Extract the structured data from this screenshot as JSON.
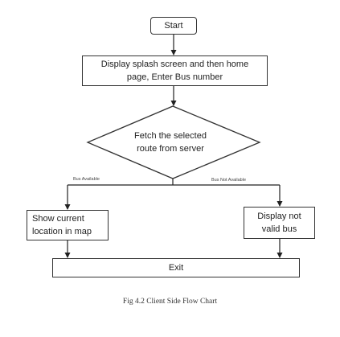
{
  "flowchart": {
    "start": "Start",
    "display_step": {
      "line1": "Display splash screen and then home",
      "line2": "page, Enter Bus number"
    },
    "decision": {
      "line1": "Fetch the selected",
      "line2": "route from server"
    },
    "branch_yes_label": "Bus Available",
    "branch_no_label": "Bus Not Available",
    "show_location": {
      "line1": "Show current",
      "line2": "location in map"
    },
    "invalid_bus": {
      "line1": "Display not",
      "line2": "valid bus"
    },
    "exit": "Exit"
  },
  "caption": "Fig 4.2 Client Side Flow Chart"
}
